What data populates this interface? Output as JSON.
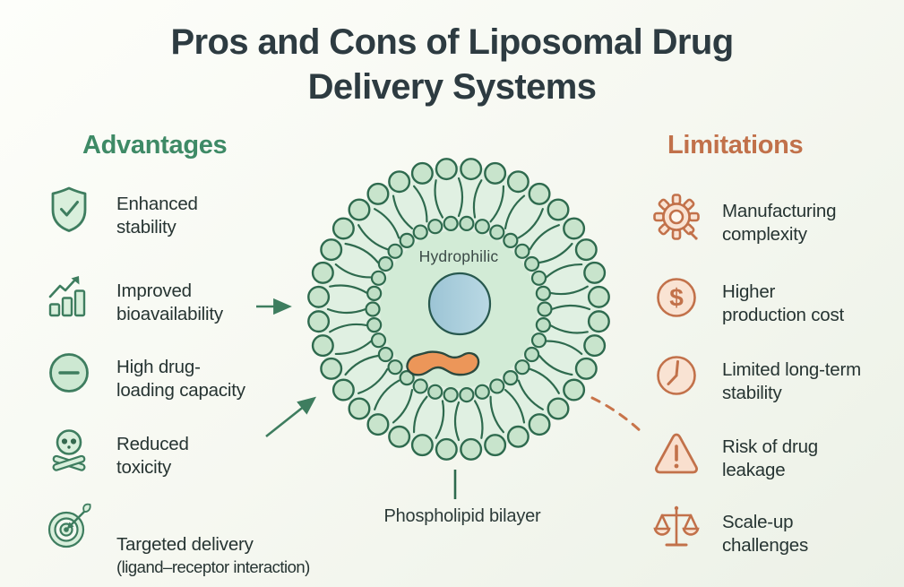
{
  "title": {
    "text": "Pros and Cons of Liposomal Drug\nDelivery Systems"
  },
  "advantages": {
    "heading": "Advantages",
    "items": [
      {
        "icon": "shield-check-icon",
        "label": "Enhanced\nstability"
      },
      {
        "icon": "bar-chart-growth-icon",
        "label": "Improved\nbioavailability"
      },
      {
        "icon": "circle-minus-icon",
        "label": "High drug-\nloading capacity"
      },
      {
        "icon": "skull-crossbones-icon",
        "label": "Reduced\ntoxicity"
      },
      {
        "icon": "target-dart-icon",
        "label": "Targeted delivery",
        "sublabel": "(ligand–receptor interaction)"
      }
    ]
  },
  "limitations": {
    "heading": "Limitations",
    "items": [
      {
        "icon": "gear-icon",
        "label": "Manufacturing\ncomplexity"
      },
      {
        "icon": "dollar-circle-icon",
        "label": "Higher\nproduction cost",
        "glyph": "$"
      },
      {
        "icon": "clock-icon",
        "label": "Limited long-term\nstability"
      },
      {
        "icon": "warning-triangle-icon",
        "label": "Risk of drug\nleakage"
      },
      {
        "icon": "balance-scale-icon",
        "label": "Scale-up\nchallenges"
      }
    ]
  },
  "diagram": {
    "center_label": "Hydrophilic",
    "bottom_label": "Phospholipid bilayer"
  },
  "colors": {
    "accent_green": "#3e8a66",
    "accent_orange": "#c1714a",
    "title_text": "#2d3b41",
    "body_text": "#263432",
    "membrane_stroke": "#2e6a4e",
    "membrane_head_fill": "#c8e4cc",
    "inner_head_fill": "#bfdfc6",
    "membrane_fill": "#e0f0e2",
    "core_fill": "#d2ebd6",
    "drug_fill": "#a9cedd",
    "cargo_fill": "#ec9659"
  }
}
